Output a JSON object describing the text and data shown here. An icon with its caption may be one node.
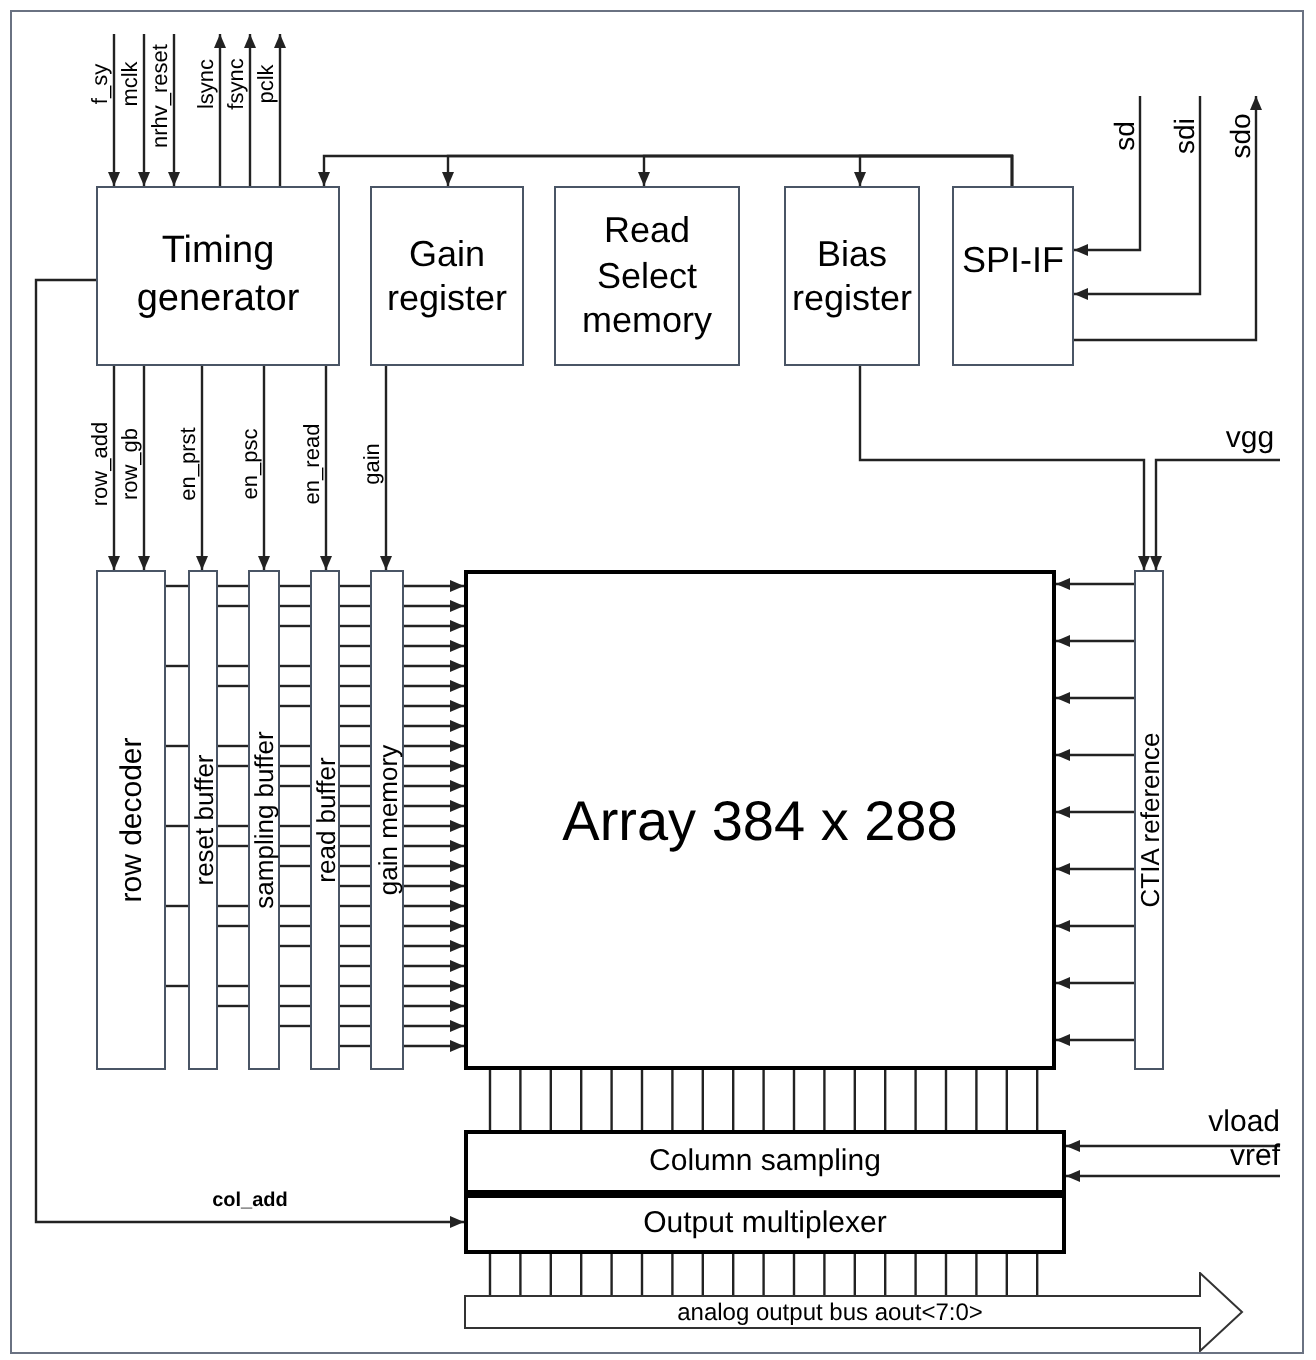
{
  "diagram": {
    "nodes": [
      {
        "text": [
          "Timing generator"
        ]
      },
      {
        "text": [
          "Gain register"
        ]
      },
      {
        "text": [
          "Read Select memory"
        ]
      },
      {
        "text": [
          "Bias register"
        ]
      },
      {
        "text": [
          "SPI-IF"
        ]
      },
      {
        "text": [
          "row decoder"
        ]
      },
      {
        "text": [
          "reset buffer"
        ]
      },
      {
        "text": [
          "sampling buffer"
        ]
      },
      {
        "text": [
          "read buffer"
        ]
      },
      {
        "text": [
          "gain memory"
        ]
      },
      {
        "text": [
          "Array 384 x 288"
        ]
      },
      {
        "text": [
          "CTIA reference"
        ]
      },
      {
        "text": [
          "Column sampling"
        ]
      },
      {
        "text": [
          "Output multiplexer"
        ]
      },
      {
        "text": [
          "analog output bus aout<7:0>"
        ]
      }
    ],
    "edges": [
      {
        "from": null,
        "to": 0,
        "arrow": "to",
        "label": "f_sy"
      },
      {
        "from": null,
        "to": 0,
        "arrow": "to",
        "label": "mclk"
      },
      {
        "from": null,
        "to": 0,
        "arrow": "to",
        "label": "nrhv_reset"
      },
      {
        "from": 0,
        "to": null,
        "arrow": "to",
        "label": "lsync"
      },
      {
        "from": 0,
        "to": null,
        "arrow": "to",
        "label": "fsync"
      },
      {
        "from": 0,
        "to": null,
        "arrow": "to",
        "label": "pclk"
      },
      {
        "from": 4,
        "to": 0,
        "arrow": "to"
      },
      {
        "from": 4,
        "to": 1,
        "arrow": "to"
      },
      {
        "from": 4,
        "to": 2,
        "arrow": "to"
      },
      {
        "from": 4,
        "to": 3,
        "arrow": "to"
      },
      {
        "from": null,
        "to": 4,
        "arrow": "to",
        "label": "sd"
      },
      {
        "from": null,
        "to": 4,
        "arrow": "to",
        "label": "sdi"
      },
      {
        "from": 4,
        "to": null,
        "arrow": "to",
        "label": "sdo"
      },
      {
        "from": 0,
        "to": 5,
        "arrow": "to",
        "label": "row_add"
      },
      {
        "from": 0,
        "to": 5,
        "arrow": "to",
        "label": "row_gb"
      },
      {
        "from": 0,
        "to": 6,
        "arrow": "to",
        "label": "en_prst"
      },
      {
        "from": 0,
        "to": 7,
        "arrow": "to",
        "label": "en_psc"
      },
      {
        "from": 0,
        "to": 8,
        "arrow": "to",
        "label": "en_read"
      },
      {
        "from": 1,
        "to": 9,
        "arrow": "to",
        "label": "gain"
      },
      {
        "from": 5,
        "to": 6,
        "arrow": "none"
      },
      {
        "from": 6,
        "to": 7,
        "arrow": "none"
      },
      {
        "from": 7,
        "to": 8,
        "arrow": "none"
      },
      {
        "from": 8,
        "to": 9,
        "arrow": "none"
      },
      {
        "from": 9,
        "to": 10,
        "arrow": "to"
      },
      {
        "from": 3,
        "to": 11,
        "arrow": "to"
      },
      {
        "from": null,
        "to": 11,
        "arrow": "to",
        "label": "vgg"
      },
      {
        "from": 11,
        "to": 10,
        "arrow": "to"
      },
      {
        "from": 10,
        "to": 12,
        "arrow": "none"
      },
      {
        "from": null,
        "to": 12,
        "arrow": "to",
        "label": "vload"
      },
      {
        "from": null,
        "to": 12,
        "arrow": "to",
        "label": "vref"
      },
      {
        "from": 0,
        "to": 13,
        "arrow": "to",
        "label": "col_add"
      },
      {
        "from": 13,
        "to": 14,
        "arrow": "none"
      }
    ]
  }
}
